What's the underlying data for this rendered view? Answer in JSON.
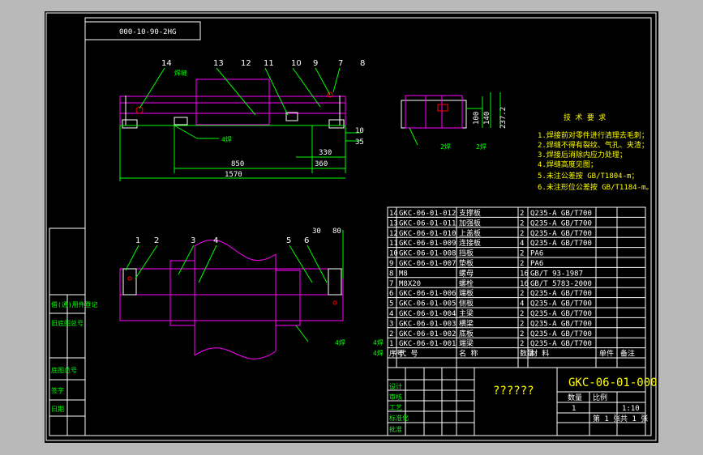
{
  "drawing_code_box": "000-10-90-2HG",
  "colors": {
    "frame": "#ffffff",
    "green": "#00ff00",
    "magenta": "#ff00ff",
    "yellow": "#ffff00",
    "cyan": "#00ffff",
    "background": "#000000"
  },
  "top_view": {
    "balloons": [
      "14",
      "13",
      "12",
      "11",
      "10",
      "9",
      "7",
      "8"
    ],
    "weld_label": "焊缝",
    "note_a": "4焊",
    "dims": {
      "d10": "10",
      "d35": "35",
      "d330": "330",
      "d360": "360",
      "d850": "850",
      "d1570": "1570"
    }
  },
  "side_view": {
    "dims": {
      "d100": "100",
      "d140": "140",
      "d237": "237.2"
    },
    "note_b": "2焊",
    "note_c": "2焊"
  },
  "bottom_view": {
    "balloons": [
      "1",
      "2",
      "3",
      "4",
      "5",
      "6"
    ],
    "dims": {
      "d30": "30",
      "d80": "80"
    },
    "notes": [
      "4焊",
      "4焊",
      "4焊"
    ]
  },
  "tech_req": {
    "title": "技 术 要 求",
    "items": [
      "1.焊接前对零件进行清理去毛刺；",
      "2.焊缝不得有裂纹、气孔、夹渣；",
      "3.焊接后消除内应力处理；",
      "4.焊缝高度见图；",
      "5.未注公差按 GB/T1804-m；",
      "6.未注形位公差按 GB/T1184-m。"
    ]
  },
  "bom": [
    {
      "no": "14",
      "code": "GKC-06-01-012",
      "name": "支撑板",
      "qty": "2",
      "mat": "Q235-A GB/T700"
    },
    {
      "no": "13",
      "code": "GKC-06-01-011",
      "name": "加强板",
      "qty": "2",
      "mat": "Q235-A GB/T700"
    },
    {
      "no": "12",
      "code": "GKC-06-01-010",
      "name": "上盖板",
      "qty": "2",
      "mat": "Q235-A GB/T700"
    },
    {
      "no": "11",
      "code": "GKC-06-01-009",
      "name": "连接板",
      "qty": "4",
      "mat": "Q235-A GB/T700"
    },
    {
      "no": "10",
      "code": "GKC-06-01-008",
      "name": "挡板",
      "qty": "2",
      "mat": "PA6"
    },
    {
      "no": "9",
      "code": "GKC-06-01-007",
      "name": "垫板",
      "qty": "2",
      "mat": "PA6"
    },
    {
      "no": "8",
      "code": "M8",
      "name": "螺母",
      "qty": "16",
      "mat": "GB/T 93-1987"
    },
    {
      "no": "7",
      "code": "M8X20",
      "name": "螺栓",
      "qty": "16",
      "mat": "GB/T 5783-2000"
    },
    {
      "no": "6",
      "code": "GKC-06-01-006",
      "name": "端板",
      "qty": "2",
      "mat": "Q235-A GB/T700"
    },
    {
      "no": "5",
      "code": "GKC-06-01-005",
      "name": "侧板",
      "qty": "4",
      "mat": "Q235-A GB/T700"
    },
    {
      "no": "4",
      "code": "GKC-06-01-004",
      "name": "主梁",
      "qty": "2",
      "mat": "Q235-A GB/T700"
    },
    {
      "no": "3",
      "code": "GKC-06-01-003",
      "name": "横梁",
      "qty": "2",
      "mat": "Q235-A GB/T700"
    },
    {
      "no": "2",
      "code": "GKC-06-01-002",
      "name": "底板",
      "qty": "2",
      "mat": "Q235-A GB/T700"
    },
    {
      "no": "1",
      "code": "GKC-06-01-001",
      "name": "端梁",
      "qty": "2",
      "mat": "Q235-A GB/T700"
    }
  ],
  "bom_header": {
    "no": "序号",
    "code": "代 号",
    "name": "名 称",
    "qty": "数量",
    "mat": "材 料",
    "weight": "单件",
    "remark": "备注"
  },
  "title_block": {
    "drawing_no": "GKC-06-01-000",
    "title": "??????",
    "scale_label": "比例",
    "scale": "1:10",
    "qty_label": "数量",
    "qty": "1",
    "sheet": "第 1 张",
    "sheets": "共 1 张",
    "rows": [
      "设计",
      "审核",
      "工艺",
      "标准化",
      "批准"
    ]
  },
  "left_strip": [
    "借(通)用件登记",
    "旧底图总号",
    "底图总号",
    "签字",
    "日期"
  ]
}
